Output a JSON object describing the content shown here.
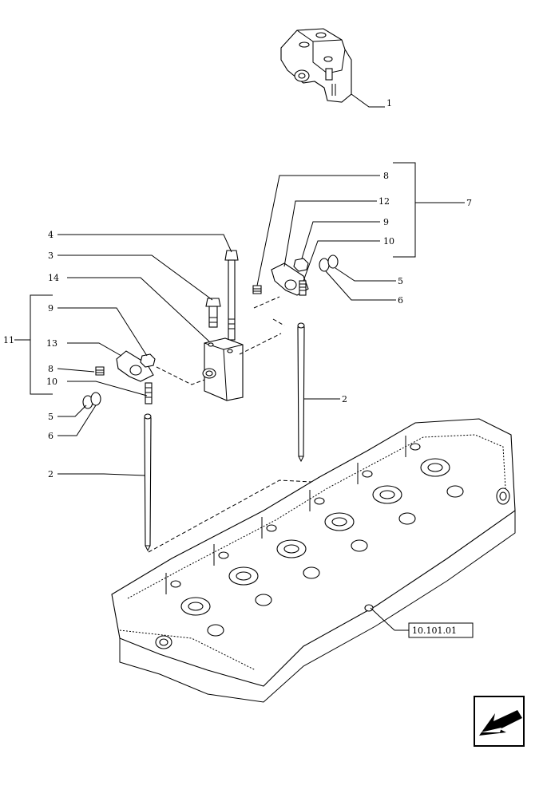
{
  "callouts": {
    "c1": "1",
    "c2a": "2",
    "c2b": "2",
    "c3": "3",
    "c4": "4",
    "c5a": "5",
    "c5b": "5",
    "c6a": "6",
    "c6b": "6",
    "c7": "7",
    "c8a": "8",
    "c8b": "8",
    "c9a": "9",
    "c9b": "9",
    "c10a": "10",
    "c10b": "10",
    "c11": "11",
    "c12": "12",
    "c13": "13",
    "c14": "14"
  },
  "reference": "10.101.01",
  "nav_icon": "arrow-back-icon"
}
